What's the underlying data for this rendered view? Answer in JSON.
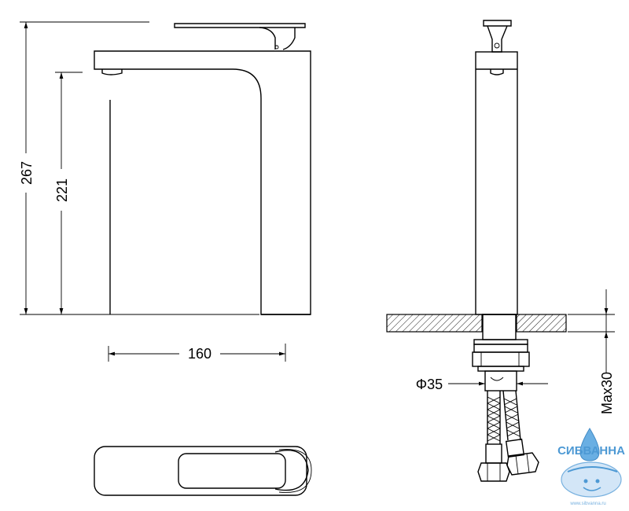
{
  "dimensions": {
    "total_height": "267",
    "spout_height": "221",
    "spout_reach": "160",
    "hole_diameter": "Φ35",
    "max_thickness": "Max30"
  },
  "logo": {
    "brand": "СИБВАННА",
    "url": "www.sibvanna.ru"
  },
  "colors": {
    "line": "#000000",
    "logo": "#3a8fd0"
  }
}
